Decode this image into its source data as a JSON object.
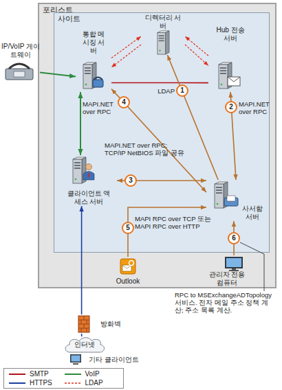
{
  "diagram": {
    "nodes": [
      {
        "text": [
          "포리스트"
        ]
      },
      {
        "text": [
          "사이트"
        ],
        "in": 0
      },
      {
        "text": [
          "통합 메시징 서버"
        ],
        "in": 1
      },
      {
        "text": [
          "디렉터리 서버"
        ],
        "in": 1
      },
      {
        "text": [
          "Hub 전송 서버"
        ],
        "in": 1
      },
      {
        "text": [
          "클라이언트 액세스 서버"
        ],
        "in": 1
      },
      {
        "text": [
          "사서함 서버"
        ],
        "in": 1
      },
      {
        "text": [
          "Outlook"
        ],
        "in": 0
      },
      {
        "text": [
          "관리자 전용 컴퓨터"
        ],
        "in": 0
      },
      {
        "text": [
          "IP/VoIP 게이트웨이"
        ]
      },
      {
        "text": [
          "방화벽"
        ]
      },
      {
        "text": [
          "인터넷"
        ]
      },
      {
        "text": [
          "기타 클라이언트"
        ]
      }
    ],
    "edges": [
      {
        "from": 9,
        "to": 2,
        "arrow": "to"
      },
      {
        "from": 2,
        "to": 3,
        "arrow": "to"
      },
      {
        "from": 3,
        "to": 2,
        "arrow": "to"
      },
      {
        "from": 4,
        "to": 3,
        "arrow": "to"
      },
      {
        "from": 3,
        "to": 4,
        "arrow": "to"
      },
      {
        "from": 2,
        "to": 4,
        "arrow": "none"
      },
      {
        "from": 6,
        "to": 3,
        "label": "LDAP",
        "arrow": "to"
      },
      {
        "from": 4,
        "to": 6,
        "label": "MAPI.NET over RPC",
        "arrow": "both"
      },
      {
        "from": 2,
        "to": 6,
        "label": "MAPI.NET over RPC",
        "arrow": "both"
      },
      {
        "from": 2,
        "to": 5,
        "arrow": "both"
      },
      {
        "from": 5,
        "to": 6,
        "label": "MAPI.NET over RPC; TCP/IP NetBIOS 파일 공유",
        "arrow": "both"
      },
      {
        "from": 7,
        "to": 6,
        "label": "MAPI RPC over TCP 또는 MAPI RPC over HTTP",
        "arrow": "to"
      },
      {
        "from": 8,
        "to": 6,
        "arrow": "to"
      },
      {
        "from": 10,
        "to": 5,
        "arrow": "to"
      },
      {
        "from": 11,
        "to": 10,
        "arrow": "none"
      },
      {
        "from": 12,
        "to": 11,
        "arrow": "none"
      }
    ],
    "labels": [
      "1",
      "2",
      "3",
      "4",
      "5",
      "6",
      "RPC to MSExchangeADTopology 서비스. 전자 메일 주소 정책 계산; 주소 목록 계산."
    ],
    "legend": [
      {
        "text": "SMTP"
      },
      {
        "text": "VoIP"
      },
      {
        "text": "HTTPS"
      },
      {
        "text": "LDAP"
      }
    ]
  }
}
